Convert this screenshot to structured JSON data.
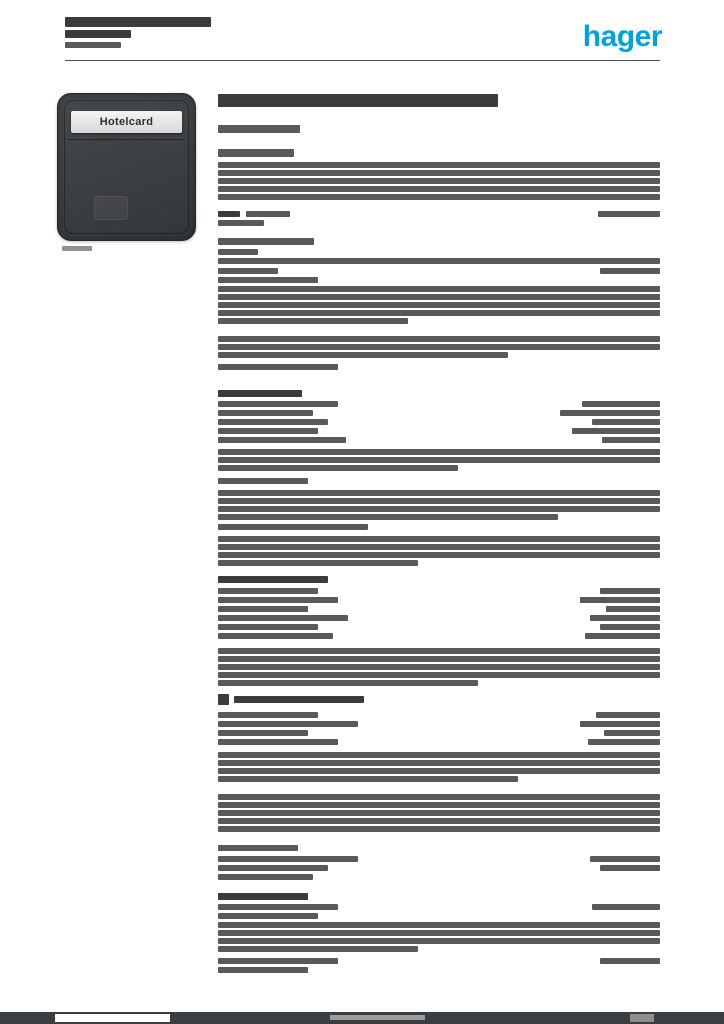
{
  "document": {
    "type": "product-datasheet",
    "logo_text": "hager",
    "product_label": "Hotelcard"
  },
  "colors": {
    "brand": "#00a3e2",
    "dark": "#3a3b3d",
    "gray": "#58595b",
    "light": "#8f9093",
    "footerbg": "#3a3e41",
    "rule": "#4b4d4f",
    "page_bg": "#ffffff"
  },
  "line_format": [
    "x",
    "y",
    "width",
    "height",
    "tone(d=dark,g=gray,l=light)"
  ],
  "redacted_lines": [
    [
      65,
      17,
      146,
      10,
      "d"
    ],
    [
      65,
      30,
      66,
      8,
      "d"
    ],
    [
      65,
      42,
      56,
      6,
      "g"
    ],
    [
      62,
      246,
      30,
      5,
      "l"
    ],
    [
      218,
      94,
      280,
      13,
      "d"
    ],
    [
      218,
      125,
      82,
      8,
      "g"
    ],
    [
      218,
      149,
      76,
      8,
      "g"
    ],
    [
      218,
      162,
      442,
      6,
      "g"
    ],
    [
      218,
      170,
      442,
      6,
      "g"
    ],
    [
      218,
      178,
      442,
      6,
      "g"
    ],
    [
      218,
      186,
      442,
      6,
      "g"
    ],
    [
      218,
      194,
      442,
      6,
      "g"
    ],
    [
      218,
      211,
      22,
      6,
      "d"
    ],
    [
      246,
      211,
      44,
      6,
      "g"
    ],
    [
      598,
      211,
      62,
      6,
      "g"
    ],
    [
      218,
      220,
      46,
      6,
      "g"
    ],
    [
      218,
      238,
      96,
      7,
      "g"
    ],
    [
      218,
      249,
      40,
      6,
      "g"
    ],
    [
      218,
      258,
      442,
      6,
      "g"
    ],
    [
      218,
      268,
      60,
      6,
      "g"
    ],
    [
      600,
      268,
      60,
      6,
      "g"
    ],
    [
      218,
      277,
      100,
      6,
      "g"
    ],
    [
      218,
      286,
      442,
      6,
      "g"
    ],
    [
      218,
      294,
      442,
      6,
      "g"
    ],
    [
      218,
      302,
      442,
      6,
      "g"
    ],
    [
      218,
      310,
      442,
      6,
      "g"
    ],
    [
      218,
      318,
      190,
      6,
      "g"
    ],
    [
      218,
      336,
      442,
      6,
      "g"
    ],
    [
      218,
      344,
      442,
      6,
      "g"
    ],
    [
      218,
      352,
      290,
      6,
      "g"
    ],
    [
      218,
      364,
      120,
      6,
      "g"
    ],
    [
      218,
      390,
      84,
      7,
      "d"
    ],
    [
      218,
      401,
      120,
      6,
      "g"
    ],
    [
      582,
      401,
      78,
      6,
      "g"
    ],
    [
      218,
      410,
      95,
      6,
      "g"
    ],
    [
      560,
      410,
      100,
      6,
      "g"
    ],
    [
      218,
      419,
      110,
      6,
      "g"
    ],
    [
      592,
      419,
      68,
      6,
      "g"
    ],
    [
      218,
      428,
      100,
      6,
      "g"
    ],
    [
      572,
      428,
      88,
      6,
      "g"
    ],
    [
      218,
      437,
      128,
      6,
      "g"
    ],
    [
      602,
      437,
      58,
      6,
      "g"
    ],
    [
      218,
      449,
      442,
      6,
      "g"
    ],
    [
      218,
      457,
      442,
      6,
      "g"
    ],
    [
      218,
      465,
      240,
      6,
      "g"
    ],
    [
      218,
      478,
      90,
      6,
      "g"
    ],
    [
      218,
      490,
      442,
      6,
      "g"
    ],
    [
      218,
      498,
      442,
      6,
      "g"
    ],
    [
      218,
      506,
      442,
      6,
      "g"
    ],
    [
      218,
      514,
      340,
      6,
      "g"
    ],
    [
      218,
      524,
      150,
      6,
      "g"
    ],
    [
      218,
      536,
      442,
      6,
      "g"
    ],
    [
      218,
      544,
      442,
      6,
      "g"
    ],
    [
      218,
      552,
      442,
      6,
      "g"
    ],
    [
      218,
      560,
      200,
      6,
      "g"
    ],
    [
      218,
      576,
      110,
      7,
      "d"
    ],
    [
      218,
      588,
      100,
      6,
      "g"
    ],
    [
      600,
      588,
      60,
      6,
      "g"
    ],
    [
      218,
      597,
      120,
      6,
      "g"
    ],
    [
      580,
      597,
      80,
      6,
      "g"
    ],
    [
      218,
      606,
      90,
      6,
      "g"
    ],
    [
      606,
      606,
      54,
      6,
      "g"
    ],
    [
      218,
      615,
      130,
      6,
      "g"
    ],
    [
      590,
      615,
      70,
      6,
      "g"
    ],
    [
      218,
      624,
      100,
      6,
      "g"
    ],
    [
      600,
      624,
      60,
      6,
      "g"
    ],
    [
      218,
      633,
      115,
      6,
      "g"
    ],
    [
      585,
      633,
      75,
      6,
      "g"
    ],
    [
      218,
      648,
      442,
      6,
      "g"
    ],
    [
      218,
      656,
      442,
      6,
      "g"
    ],
    [
      218,
      664,
      442,
      6,
      "g"
    ],
    [
      218,
      672,
      442,
      6,
      "g"
    ],
    [
      218,
      680,
      260,
      6,
      "g"
    ],
    [
      218,
      694,
      11,
      11,
      "d"
    ],
    [
      234,
      696,
      130,
      7,
      "d"
    ],
    [
      218,
      712,
      100,
      6,
      "g"
    ],
    [
      596,
      712,
      64,
      6,
      "g"
    ],
    [
      218,
      721,
      140,
      6,
      "g"
    ],
    [
      580,
      721,
      80,
      6,
      "g"
    ],
    [
      218,
      730,
      90,
      6,
      "g"
    ],
    [
      604,
      730,
      56,
      6,
      "g"
    ],
    [
      218,
      739,
      120,
      6,
      "g"
    ],
    [
      588,
      739,
      72,
      6,
      "g"
    ],
    [
      218,
      752,
      442,
      6,
      "g"
    ],
    [
      218,
      760,
      442,
      6,
      "g"
    ],
    [
      218,
      768,
      442,
      6,
      "g"
    ],
    [
      218,
      776,
      300,
      6,
      "g"
    ],
    [
      218,
      794,
      442,
      6,
      "g"
    ],
    [
      218,
      802,
      442,
      6,
      "g"
    ],
    [
      218,
      810,
      442,
      6,
      "g"
    ],
    [
      218,
      818,
      442,
      6,
      "g"
    ],
    [
      218,
      826,
      442,
      6,
      "g"
    ],
    [
      218,
      845,
      80,
      6,
      "g"
    ],
    [
      218,
      856,
      140,
      6,
      "g"
    ],
    [
      590,
      856,
      70,
      6,
      "g"
    ],
    [
      218,
      865,
      110,
      6,
      "g"
    ],
    [
      600,
      865,
      60,
      6,
      "g"
    ],
    [
      218,
      874,
      95,
      6,
      "g"
    ],
    [
      218,
      893,
      90,
      7,
      "d"
    ],
    [
      218,
      904,
      120,
      6,
      "g"
    ],
    [
      592,
      904,
      68,
      6,
      "g"
    ],
    [
      218,
      913,
      100,
      6,
      "g"
    ],
    [
      218,
      922,
      442,
      6,
      "g"
    ],
    [
      218,
      930,
      442,
      6,
      "g"
    ],
    [
      218,
      938,
      442,
      6,
      "g"
    ],
    [
      218,
      946,
      200,
      6,
      "g"
    ],
    [
      218,
      958,
      120,
      6,
      "g"
    ],
    [
      600,
      958,
      60,
      6,
      "g"
    ],
    [
      218,
      967,
      90,
      6,
      "g"
    ]
  ]
}
